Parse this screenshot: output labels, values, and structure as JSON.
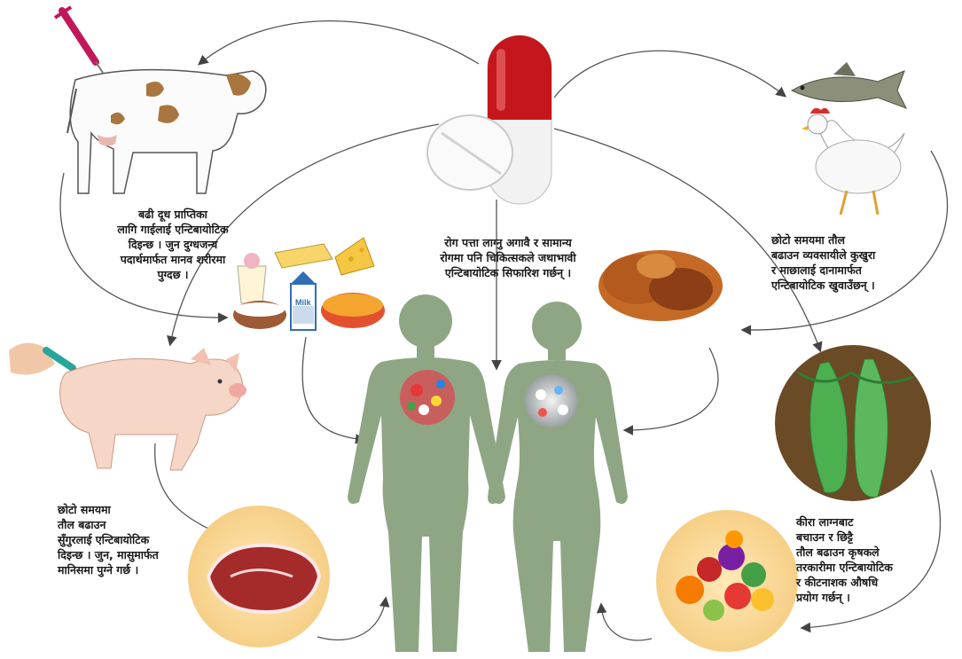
{
  "captions": {
    "cow": "बढी दूध प्राप्तिका\nलागि गाईलाई एन्टिबायोटिक\nदिइन्छ । जुन दुग्धजन्य\nपदार्थमार्फत मानव शरीरमा\nपुग्दछ ।",
    "pill": "रोग पत्ता लाग्नु अगावै र सामान्य\nरोगमा पनि चिकित्सकले जथाभावी\nएन्टिबायोटिक सिफारिश गर्छन् ।",
    "poultry": "छोटो समयमा तौल\nबढाउन व्यवसायीले कुखुरा\nर माछालाई दानामार्फत\nएन्टिबायोटिक खुवाउँछन् ।",
    "pig": "छोटो समयमा\nतौल बढाउन\nसुँगुरलाई एन्टिबायोटिक\nदिइन्छ । जुन, मासुमार्फत\nमानिसमा पुग्ने गर्छ ।",
    "vegetables": "कीरा लाग्नबाट\nबचाउन र छिट्टै\nतौल बढाउन कृषकले\nतरकारीमा एन्टिबायोटिक\nर कीटनाशक औषधि\nप्रयोग गर्छन् ।"
  },
  "labels": {
    "milk_carton": "Milk"
  }
}
